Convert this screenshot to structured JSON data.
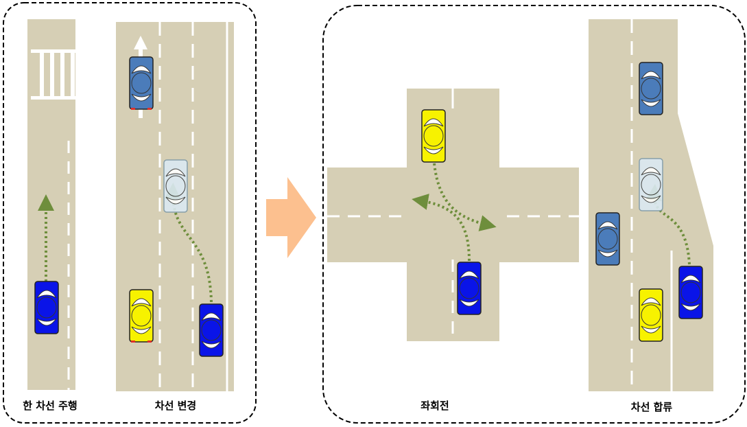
{
  "colors": {
    "road": "#d6cfb5",
    "lane_marking": "#ffffff",
    "path": "#6e8e3c",
    "transition_arrow": "#fcc08f",
    "panel_border": "#000000"
  },
  "scenarios": {
    "single_lane": {
      "caption": "한 차선 주행"
    },
    "lane_change": {
      "caption": "차선 변경"
    },
    "left_turn": {
      "caption": "좌회전"
    },
    "lane_merge": {
      "caption": "차선 합류"
    }
  },
  "car_colors": {
    "blue": "#0a14e8",
    "steel": "#4b7cba",
    "yellow": "#f7f200",
    "ghost": "#dbe9f2"
  }
}
